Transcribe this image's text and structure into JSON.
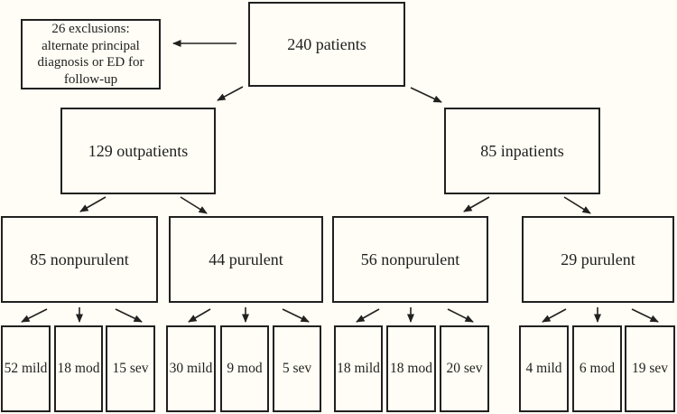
{
  "diagram": {
    "title": "patient flow diagram",
    "colors": {
      "background": "#fffdf5",
      "line": "#222120",
      "text": "#1f1f1d"
    },
    "nodes": {
      "exclusions": {
        "line1": "26 exclusions:",
        "line2": "alternate principal",
        "line3": "diagnosis or ED for",
        "line4": "follow-up"
      },
      "patients": {
        "label": "240 patients"
      },
      "outpatients": {
        "label": "129 outpatients"
      },
      "inpatients": {
        "label": "85 inpatients"
      },
      "outpatients_nonpurulent": {
        "label": "85 nonpurulent"
      },
      "outpatients_purulent": {
        "label": "44 purulent"
      },
      "inpatients_nonpurulent": {
        "label": "56 nonpurulent"
      },
      "inpatients_purulent": {
        "label": "29 purulent"
      },
      "severity": [
        {
          "label": "52 mild"
        },
        {
          "label": "18 mod"
        },
        {
          "label": "15 sev"
        },
        {
          "label": "30 mild"
        },
        {
          "label": "9 mod"
        },
        {
          "label": "5 sev"
        },
        {
          "label": "18 mild"
        },
        {
          "label": "18 mod"
        },
        {
          "label": "20 sev"
        },
        {
          "label": "4 mild"
        },
        {
          "label": "6 mod"
        },
        {
          "label": "19 sev"
        }
      ]
    }
  }
}
